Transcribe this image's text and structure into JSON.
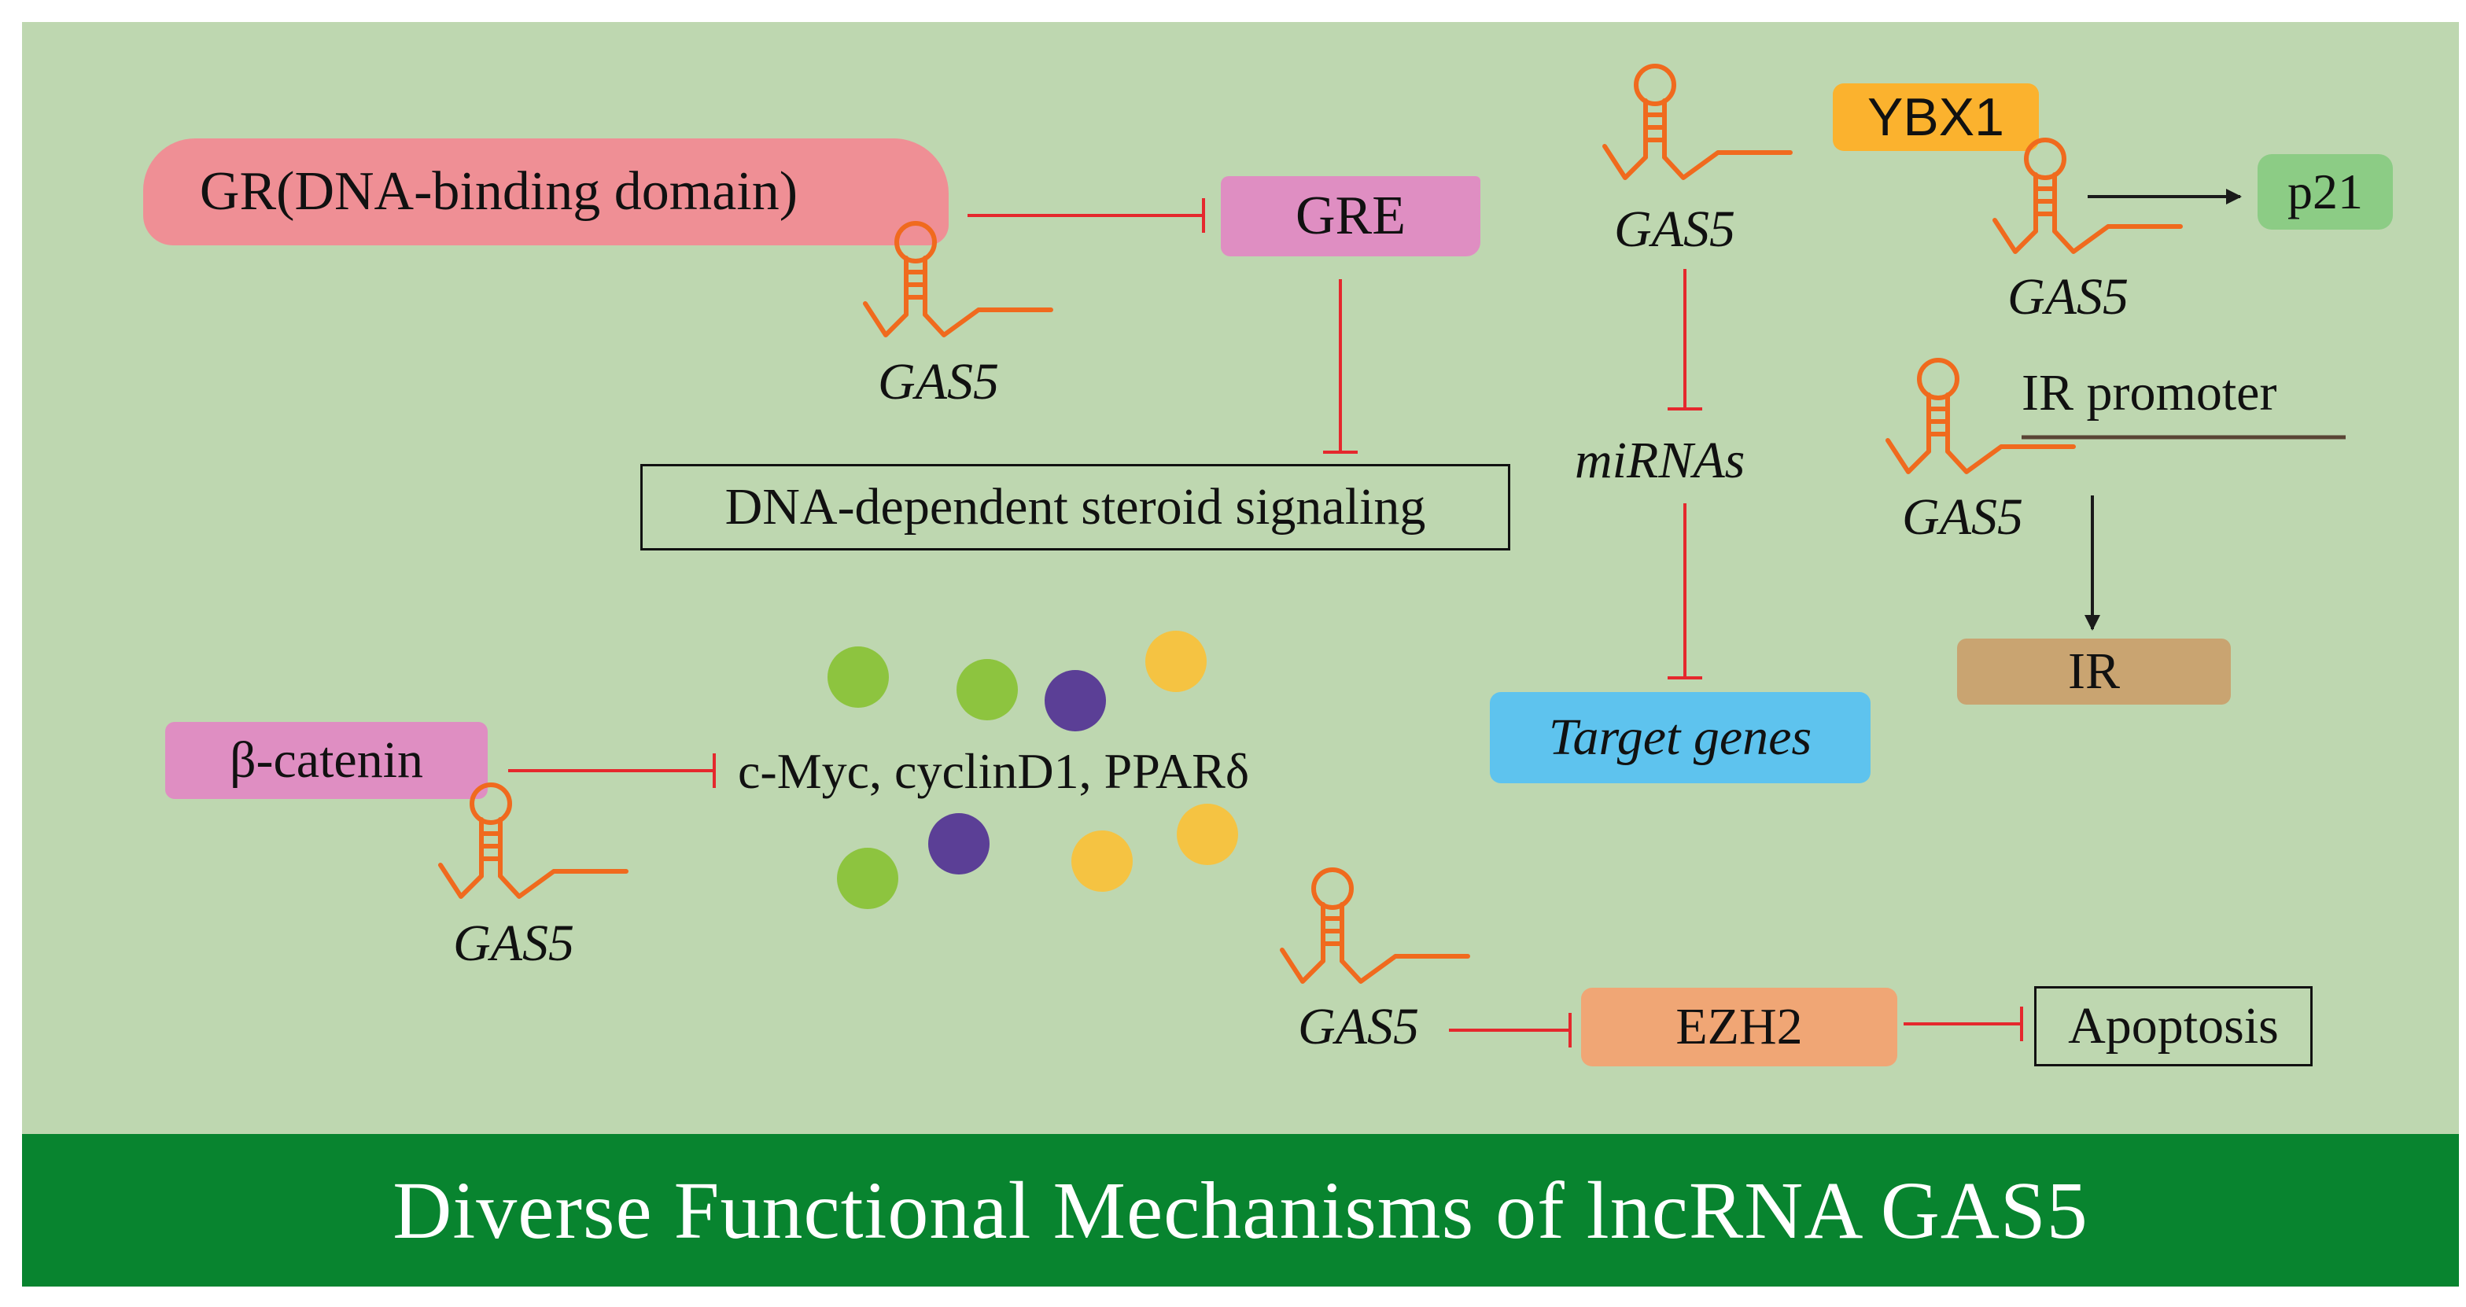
{
  "title": "Diverse Functional Mechanisms of lncRNA GAS5",
  "colors": {
    "panel": "#bed7b0",
    "banner": "#08842f",
    "rna": "#f06a1e",
    "inhibition": "#e5282d",
    "activation": "#1a1a1a"
  },
  "nodes": {
    "gr": "GR(DNA-binding domain)",
    "gre": "GRE",
    "steroid": "DNA-dependent steroid signaling",
    "beta_catenin": "β-catenin",
    "targets_myc": "c-Myc, cyclinD1, PPARδ",
    "mirnas": "miRNAs",
    "target_genes": "Target genes",
    "ybx1": "YBX1",
    "p21": "p21",
    "ir_promoter": "IR promoter",
    "ir": "IR",
    "ezh2": "EZH2",
    "apoptosis": "Apoptosis"
  },
  "rna_labels": {
    "gas5_gr": "GAS5",
    "gas5_mirna": "GAS5",
    "gas5_ybx1": "GAS5",
    "gas5_ir": "GAS5",
    "gas5_catenin": "GAS5",
    "gas5_ezh2": "GAS5"
  },
  "dot_colors": [
    "#8dc43f",
    "#8dc43f",
    "#5b3f96",
    "#f5c342",
    "#5b3f96",
    "#f5c342",
    "#f5c342",
    "#8dc43f"
  ],
  "links": [
    {
      "from": "GAS5",
      "to": "GRE",
      "kind": "inhibition"
    },
    {
      "from": "GRE",
      "to": "DNA-dependent steroid signaling",
      "kind": "inhibition"
    },
    {
      "from": "GAS5",
      "to": "miRNAs",
      "kind": "inhibition"
    },
    {
      "from": "miRNAs",
      "to": "Target genes",
      "kind": "inhibition"
    },
    {
      "from": "GAS5",
      "to": "p21",
      "kind": "activation"
    },
    {
      "from": "IR promoter",
      "to": "IR",
      "kind": "activation"
    },
    {
      "from": "β-catenin",
      "to": "c-Myc, cyclinD1, PPARδ",
      "kind": "inhibition"
    },
    {
      "from": "GAS5",
      "to": "EZH2",
      "kind": "inhibition"
    },
    {
      "from": "EZH2",
      "to": "Apoptosis",
      "kind": "inhibition"
    }
  ]
}
